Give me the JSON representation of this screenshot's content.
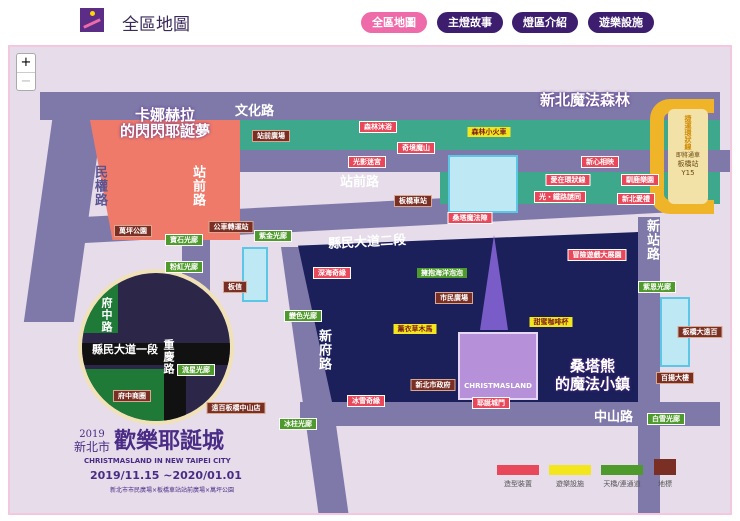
{
  "header": {
    "title": "全區地圖",
    "nav": [
      "全區地圖",
      "主燈故事",
      "燈區介紹",
      "遊樂設施"
    ],
    "active": 0
  },
  "zoom": {
    "in": "+",
    "out": "−"
  },
  "roads": {
    "wenhua": "文化路",
    "zhanqian_h": "站前路",
    "zhanqian_v": "站前路",
    "minquan": "民權路",
    "xianmin2": "縣民大道二段",
    "xinzhan": "新站路",
    "xinfu": "新府路",
    "zhongshan": "中山路",
    "fuzhong": "府中路",
    "xianmin1": "縣民大道一段",
    "chongqing": "重慶路"
  },
  "areas": {
    "kanahei": "卡娜赫拉\n的閃閃耶誕夢",
    "forest": "新北魔法森林",
    "santa": "桑塔熊\n的魔法小鎮"
  },
  "mrt": {
    "line": "捷運環狀線",
    "soon": "即將通車",
    "station": "板橋站",
    "code": "Y15"
  },
  "labels": {
    "red": [
      "森林沐浴",
      "光影迷宮",
      "奇境魔山",
      "桑塔魔法陣",
      "愛在環狀線",
      "新心相映",
      "馴鹿樂園",
      "光・鐵路謎同",
      "新北愛禮",
      "深海奇緣",
      "冰雪奇緣",
      "耶誕城門",
      "冒險遊戲大展園"
    ],
    "yellow": [
      "森林小火車",
      "擁抱海洋泡泡",
      "薰衣草木馬",
      "甜蜜咖啡杯"
    ],
    "green": [
      "寶石光廊",
      "粉紅光廊",
      "紫金光廊",
      "變色光廊",
      "流星光廊",
      "冰柱光廊",
      "紫恩光廊",
      "白雪光廊"
    ],
    "signs": [
      "站前廣場",
      "板橋車站",
      "公車轉運站",
      "萬坪公園",
      "板信",
      "府中商圈",
      "遠百板橋中山店",
      "市民廣場",
      "新北市政府",
      "板橋大遠百",
      "百揚大樓"
    ]
  },
  "castle_text": "CHRISTMASLAND",
  "event": {
    "year": "2019",
    "city": "新北市",
    "name": "歡樂耶誕城",
    "en": "CHRISTMASLAND IN NEW TAIPEI CITY",
    "dates": "2019/11.15 ~2020/01.01",
    "venues": "新北市市民廣場×板橋車站站前廣場×萬坪公園"
  },
  "legend": [
    {
      "label": "造型裝置",
      "color": "#e8485a"
    },
    {
      "label": "遊樂設施",
      "color": "#f3e61c"
    },
    {
      "label": "天橋/連通道",
      "color": "#4f9a2c"
    },
    {
      "label": "地標",
      "color": "#7a2f24"
    }
  ]
}
